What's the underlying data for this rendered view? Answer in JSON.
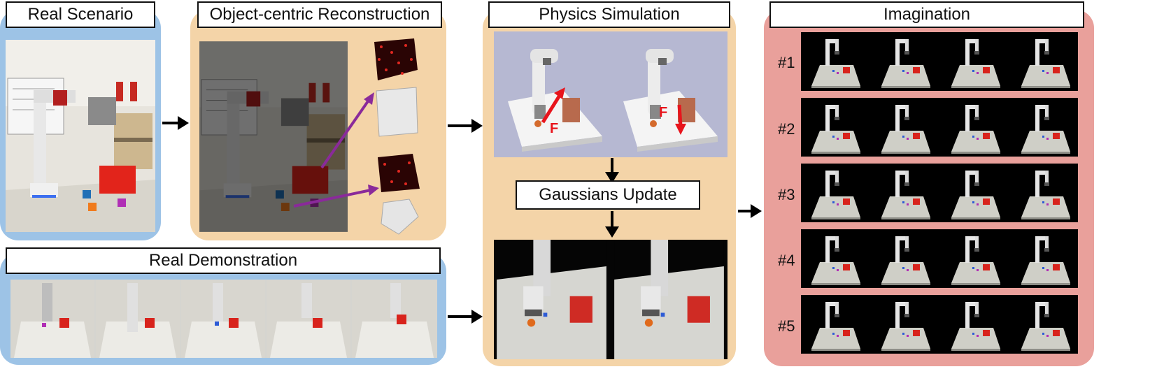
{
  "panels": {
    "real_scenario": "Real Scenario",
    "reconstruction": "Object-centric Reconstruction",
    "physics": "Physics Simulation",
    "gaussians_update": "Gaussians Update",
    "imagination": "Imagination",
    "real_demo": "Real Demonstration"
  },
  "force_label": "F",
  "imagination_rows": [
    "#1",
    "#2",
    "#3",
    "#4",
    "#5"
  ],
  "colors": {
    "blue_panel": "#9dc3e6",
    "tan_panel": "#f4d4a8",
    "pink_panel": "#e9a09b",
    "force_arrow": "#e8141c",
    "purple_arrow": "#8a2a9a"
  }
}
